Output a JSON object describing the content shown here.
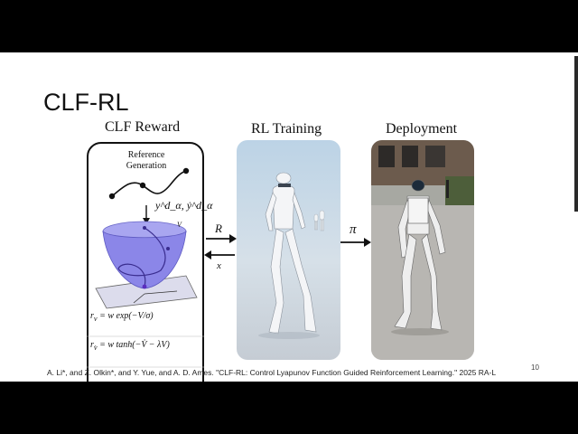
{
  "slide": {
    "title": "CLF-RL",
    "panels": {
      "reward_label": "CLF Reward",
      "training_label": "RL Training",
      "deployment_label": "Deployment"
    },
    "reward_box": {
      "ref_gen_line1": "Reference",
      "ref_gen_line2": "Generation",
      "traj_symbol": "y^d_α, ẏ^d_α",
      "v_label": "V",
      "eq1_lhs": "r",
      "eq1_rhs": "= w exp(−V/σ)",
      "eq2_rhs": "= w tanh(−V̇ − λV)"
    },
    "arrows": {
      "reward_symbol": "R",
      "state_symbol": "x",
      "policy_symbol": "π"
    },
    "citation": "A. Li*, and Z. Olkin*, and Y. Yue, and A. D. Ames. \"CLF-RL: Control Lyapunov Function Guided Reinforcement Learning.\" 2025 RA-L",
    "page_number": "10"
  }
}
